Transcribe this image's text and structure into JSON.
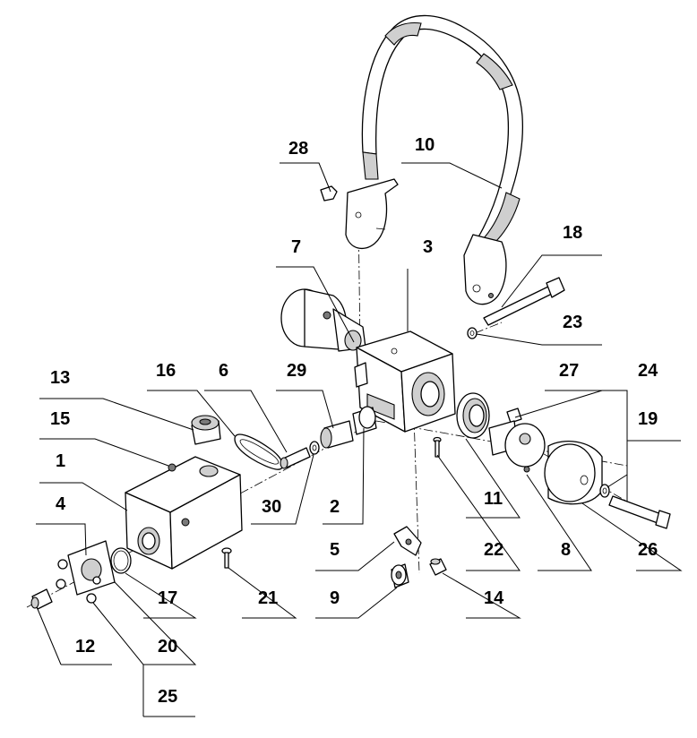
{
  "callouts": [
    "28",
    "10",
    "7",
    "3",
    "18",
    "23",
    "13",
    "16",
    "6",
    "29",
    "27",
    "24",
    "15",
    "19",
    "1",
    "30",
    "2",
    "11",
    "8",
    "4",
    "5",
    "22",
    "26",
    "17",
    "21",
    "9",
    "14",
    "12",
    "20",
    "25"
  ]
}
